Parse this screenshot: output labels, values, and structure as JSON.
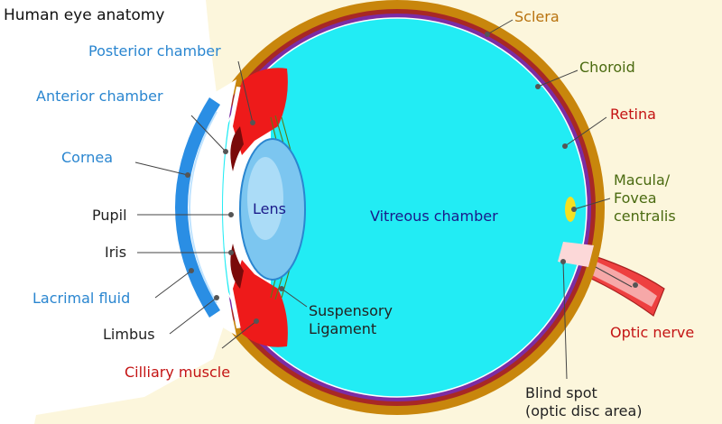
{
  "title": "Human eye anatomy",
  "colors": {
    "background_cream": "#fcf6dc",
    "sclera": "#c8860c",
    "choroid": "#a82824",
    "retina": "#7c2ca4",
    "vitreous": "#22ecf4",
    "cornea": "#2a8ee4",
    "muscle": "#ee1a1a",
    "lens": "#7cc6f0",
    "label_blue": "#2a86d0",
    "label_brown": "#b8720e",
    "label_green": "#4a6a10",
    "label_red": "#c41414",
    "label_navy": "#1a1a8a",
    "label_black": "#222222"
  },
  "labels": {
    "sclera": "Sclera",
    "choroid": "Choroid",
    "retina": "Retina",
    "macula_line1": "Macula/",
    "macula_line2": "Fovea",
    "macula_line3": "centralis",
    "optic_nerve": "Optic nerve",
    "blind_spot_line1": "Blind spot",
    "blind_spot_line2": "(optic disc area)",
    "suspensory_line1": "Suspensory",
    "suspensory_line2": "Ligament",
    "ciliary_muscle": "Cilliary muscle",
    "limbus": "Limbus",
    "lacrimal_fluid": "Lacrimal fluid",
    "iris": "Iris",
    "pupil": "Pupil",
    "cornea": "Cornea",
    "anterior_chamber": "Anterior chamber",
    "posterior_chamber": "Posterior chamber",
    "lens": "Lens",
    "vitreous_chamber": "Vitreous chamber"
  }
}
